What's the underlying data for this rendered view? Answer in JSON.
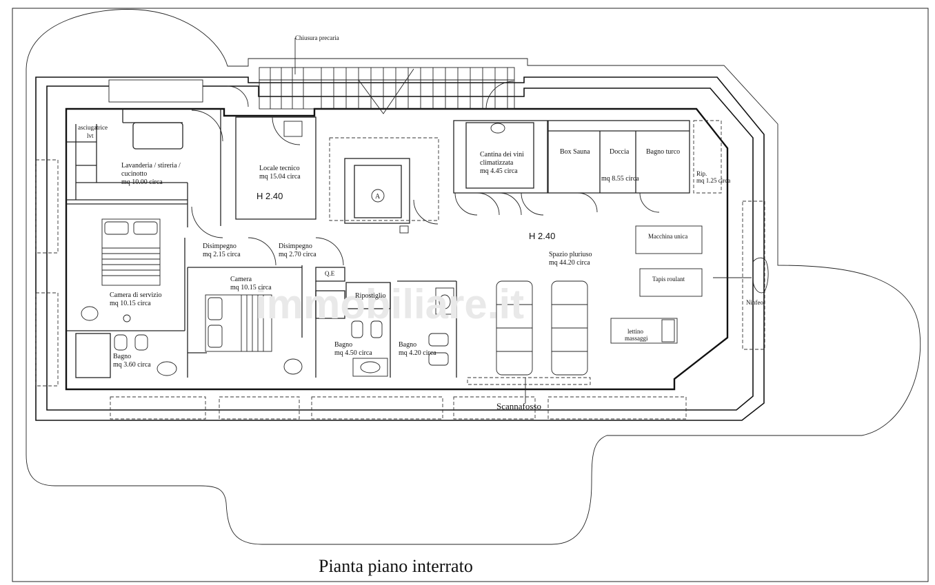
{
  "title": "Pianta piano interrato",
  "watermark": "immobiliare.it",
  "annotations": {
    "chiusura": "Chiusura precaria",
    "scannafosso": "Scannafosso",
    "ninfeo": "Ninfeo",
    "asciugatrice": "asciugatrice",
    "lvt": "lvt",
    "qe": "Q.E",
    "stair_symbol": "A",
    "h240_a": "H 2.40",
    "h240_b": "H 2.40"
  },
  "rooms": {
    "lavanderia": {
      "name": "Lavanderia / stireria /",
      "name2": "cucinotto",
      "area": "mq 10.00 circa"
    },
    "locale_tecnico": {
      "name": "Locale tecnico",
      "area": "mq 15.04 circa"
    },
    "cantina": {
      "name": "Cantina dei vini",
      "name2": "climatizzata",
      "area": "mq 4.45 circa"
    },
    "box_sauna": {
      "name": "Box Sauna"
    },
    "doccia": {
      "name": "Doccia"
    },
    "bagno_turco": {
      "name": "Bagno turco",
      "area": "mq 8.55 circa"
    },
    "rip": {
      "name": "Rip.",
      "area": "mq 1.25 circa"
    },
    "disimpegno1": {
      "name": "Disimpegno",
      "area": "mq 2.15 circa"
    },
    "disimpegno2": {
      "name": "Disimpegno",
      "area": "mq 2.70 circa"
    },
    "spazio": {
      "name": "Spazio pluriuso",
      "area": "mq 44.20 circa"
    },
    "camera_servizio": {
      "name": "Camera di servizio",
      "area": "mq 10.15 circa"
    },
    "camera": {
      "name": "Camera",
      "area": "mq 10.15 circa"
    },
    "ripostiglio": {
      "name": "Ripostiglio"
    },
    "bagno1": {
      "name": "Bagno",
      "area": "mq 3.60 circa"
    },
    "bagno2": {
      "name": "Bagno",
      "area": "mq 4.50 circa"
    },
    "bagno3": {
      "name": "Bagno",
      "area": "mq 4.20 circa"
    }
  },
  "equipment": {
    "macchina": "Macchina unica",
    "tapis": "Tapis roulant",
    "lettino": "lettino",
    "lettino2": "massaggi"
  }
}
